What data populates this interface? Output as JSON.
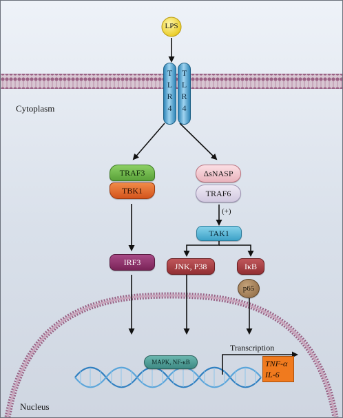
{
  "labels": {
    "lps": "LPS",
    "tlr4_letters": [
      "T",
      "L",
      "R",
      "4"
    ],
    "cytoplasm": "Cytoplasm",
    "nucleus": "Nucleus",
    "traf3": "TRAF3",
    "tbk1": "TBK1",
    "irf3": "IRF3",
    "dsnasp": "ΔsNASP",
    "traf6": "TRAF6",
    "plus": "(+)",
    "tak1": "TAK1",
    "jnk_p38": "JNK, P38",
    "ikb": "IκB",
    "p65": "p65",
    "mapk_nfkb": "MAPK, NF-κB",
    "transcription": "Transcription",
    "tnf_alpha": "TNF-α",
    "il6": "IL-6"
  },
  "colors": {
    "lps": "#f2e33a",
    "tlr4": "#4fa8d8",
    "traf3": "#6db24a",
    "tbk1": "#e0642a",
    "irf3": "#8e2f6b",
    "dsnasp": "#f4c8cf",
    "traf6": "#ddd6e8",
    "tak1": "#5bb8d6",
    "jnk_p38": "#a84448",
    "ikb": "#a84448",
    "p65": "#9c7a55",
    "mapk_nfkb": "#4f9a94",
    "output": "#f07a1e",
    "membrane": "#b07e9a",
    "dna": "#2f7fc0"
  }
}
